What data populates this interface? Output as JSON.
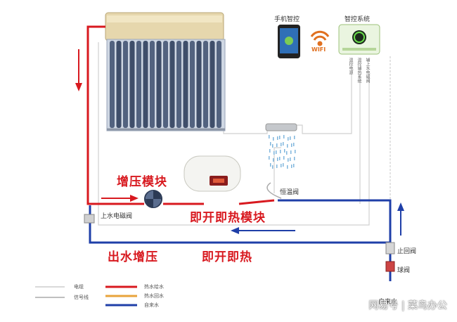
{
  "labels": {
    "phone": "手机智控",
    "wifi": "WIFI",
    "smart_system": "智控系统",
    "booster_module": "增压模块",
    "instant_module": "即开即热模块",
    "thermostat_valve": "恒温阀",
    "inlet_solenoid": "上水电磁阀",
    "outlet_boost": "出水增压",
    "instant_heat": "即开即热",
    "check_valve": "止回阀",
    "ball_valve": "球阀",
    "tap_water_in": "自来水",
    "panel_vertical_1": "温控电源",
    "panel_vertical_2": "温控辅热系统",
    "panel_vertical_3": "辅上水电磁阀"
  },
  "legend": [
    {
      "line": "#d9d9d9",
      "label": "电缆"
    },
    {
      "line": "#bfbfbf",
      "label": "信号线"
    },
    {
      "line": "#d8191f",
      "label": "热水给水"
    },
    {
      "line": "#e8a33b",
      "label": "热水回水"
    },
    {
      "line": "#1f3fa8",
      "label": "自来水"
    }
  ],
  "colors": {
    "hot_supply": "#d8191f",
    "hot_return": "#e8a33b",
    "tap_water": "#1f3fa8",
    "cable": "#d0d0d0",
    "accent_red_text": "#d8191f"
  },
  "icons": [
    "solar-heater-icon",
    "smartphone-icon",
    "wifi-icon",
    "controller-icon",
    "shower-icon",
    "pump-fan-icon",
    "electric-heater-icon"
  ],
  "watermark": "网易号 | 菜鸟办公"
}
